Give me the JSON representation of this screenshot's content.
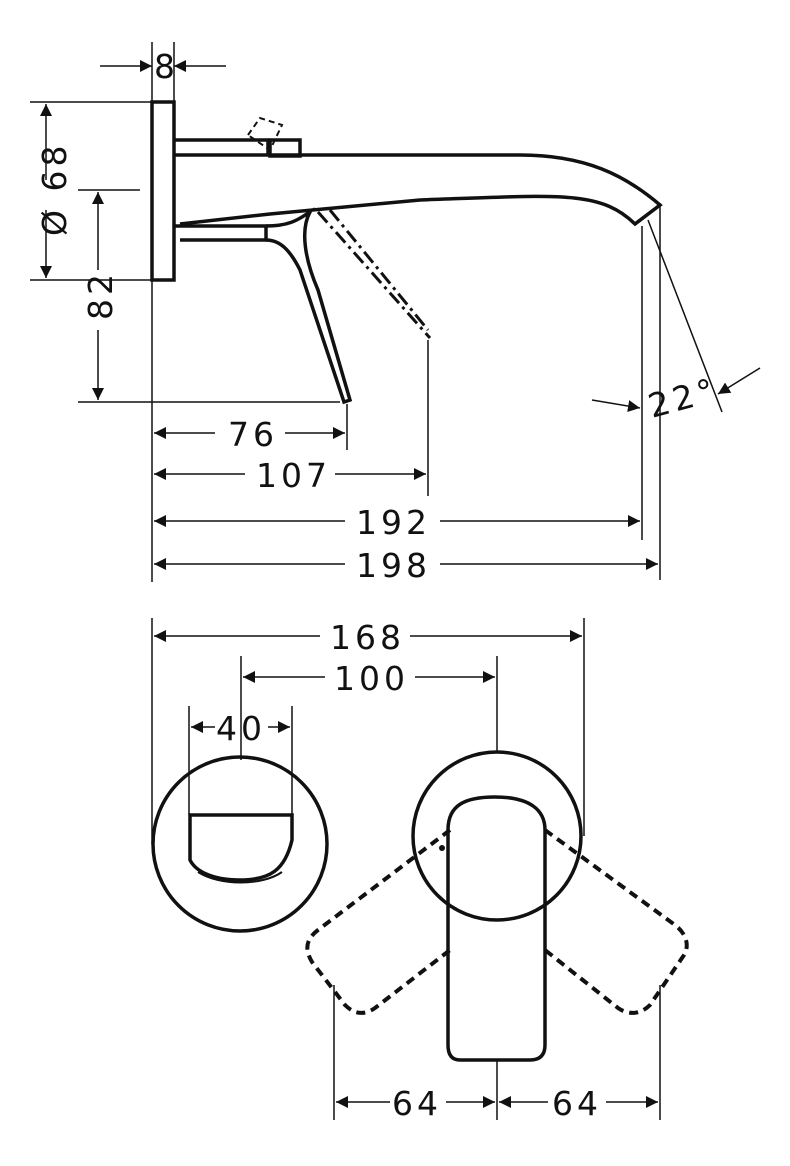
{
  "side_view": {
    "dim_8": "8",
    "dim_dia68": "Ø 68",
    "dim_82": "82",
    "dim_76": "76",
    "dim_107": "107",
    "dim_192": "192",
    "dim_198": "198",
    "dim_angle": "22°"
  },
  "front_view": {
    "dim_168": "168",
    "dim_100": "100",
    "dim_40": "40",
    "dim_64_left": "64",
    "dim_64_right": "64"
  }
}
